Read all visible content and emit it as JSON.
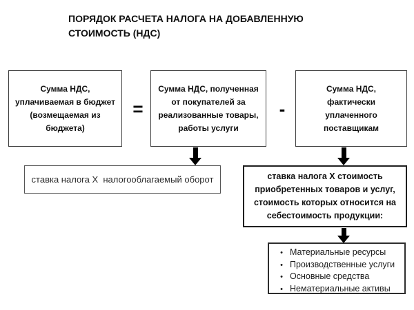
{
  "slide": {
    "title": "ПОРЯДОК РАСЧЕТА НАЛОГА НА ДОБАВЛЕННУЮ\nСТОИМОСТЬ (НДС)"
  },
  "formula": {
    "equals_sign": "=",
    "minus_sign": "-",
    "result_box": "Сумма НДС,\nуплачиваемая в бюджет\n(возмещаемая из\nбюджета)",
    "received_box": "Сумма НДС, полученная\nот покупателей за\nреализованные товары,\nработы услуги",
    "paid_box": "Сумма НДС,\nфактически\nуплаченного\nпоставщикам"
  },
  "details": {
    "turnover_box": "ставка налога X  налогооблагаемый оборот",
    "cost_box": "ставка налога X стоимость\nприобретенных товаров и услуг,\nстоимость которых относится на\nсебестоимость продукции:"
  },
  "cost_components": {
    "bullet": "•",
    "items": [
      "Материальные ресурсы",
      "Производственные услуги",
      "Основные средства",
      "Нематериальные активы"
    ]
  },
  "colors": {
    "background": "#ffffff",
    "box_border": "#3f3f3f",
    "arrow": "#000000",
    "text": "#111111"
  }
}
